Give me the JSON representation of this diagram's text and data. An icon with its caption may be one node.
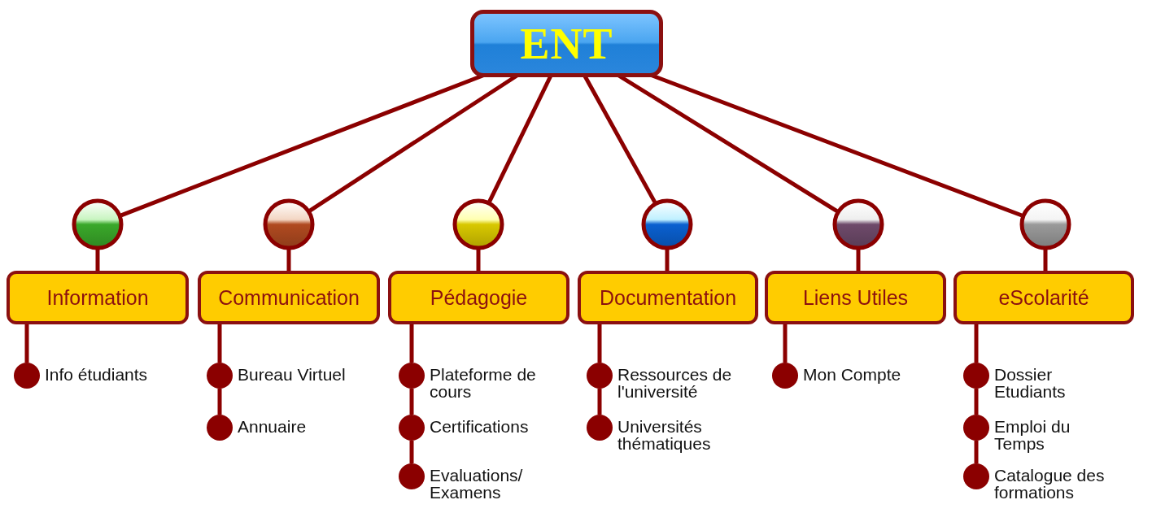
{
  "diagram": {
    "nodes": [
      {
        "text": [
          "ENT"
        ]
      },
      {
        "text": [],
        "shape": "circle"
      },
      {
        "text": [],
        "shape": "circle"
      },
      {
        "text": [],
        "shape": "circle"
      },
      {
        "text": [],
        "shape": "circle"
      },
      {
        "text": [],
        "shape": "circle"
      },
      {
        "text": [],
        "shape": "circle"
      },
      {
        "text": [
          "Information"
        ]
      },
      {
        "text": [
          "Communication"
        ]
      },
      {
        "text": [
          "Pédagogie"
        ]
      },
      {
        "text": [
          "Documentation"
        ]
      },
      {
        "text": [
          "Liens Utiles"
        ]
      },
      {
        "text": [
          "eScolarité"
        ]
      },
      {
        "text": [
          "Info étudiants"
        ]
      },
      {
        "text": [
          "Bureau Virtuel"
        ]
      },
      {
        "text": [
          "Plateforme de cours"
        ]
      },
      {
        "text": [
          "Ressources de l'université"
        ]
      },
      {
        "text": [
          "Mon Compte"
        ]
      },
      {
        "text": [
          "Dossier Etudiants"
        ]
      },
      {
        "text": [
          "Annuaire"
        ]
      },
      {
        "text": [
          "Certifications"
        ]
      },
      {
        "text": [
          "Universités thématiques"
        ]
      },
      {
        "text": [
          "Emploi du Temps"
        ]
      },
      {
        "text": [
          "Evaluations/ Examens"
        ]
      },
      {
        "text": [
          "Catalogue des formations"
        ]
      }
    ],
    "edges": [
      {
        "from": 0,
        "to": 1,
        "arrow": "none"
      },
      {
        "from": 0,
        "to": 2,
        "arrow": "none"
      },
      {
        "from": 0,
        "to": 3,
        "arrow": "none"
      },
      {
        "from": 0,
        "to": 4,
        "arrow": "none"
      },
      {
        "from": 0,
        "to": 5,
        "arrow": "none"
      },
      {
        "from": 0,
        "to": 6,
        "arrow": "none"
      },
      {
        "from": 1,
        "to": 7,
        "arrow": "none"
      },
      {
        "from": 2,
        "to": 8,
        "arrow": "none"
      },
      {
        "from": 3,
        "to": 9,
        "arrow": "none"
      },
      {
        "from": 4,
        "to": 10,
        "arrow": "none"
      },
      {
        "from": 5,
        "to": 11,
        "arrow": "none"
      },
      {
        "from": 6,
        "to": 12,
        "arrow": "none"
      },
      {
        "from": 7,
        "to": 13,
        "arrow": "none"
      },
      {
        "from": 8,
        "to": 14,
        "arrow": "none"
      },
      {
        "from": 14,
        "to": 19,
        "arrow": "none"
      },
      {
        "from": 9,
        "to": 15,
        "arrow": "none"
      },
      {
        "from": 15,
        "to": 20,
        "arrow": "none"
      },
      {
        "from": 20,
        "to": 23,
        "arrow": "none"
      },
      {
        "from": 10,
        "to": 16,
        "arrow": "none"
      },
      {
        "from": 16,
        "to": 21,
        "arrow": "none"
      },
      {
        "from": 11,
        "to": 17,
        "arrow": "none"
      },
      {
        "from": 12,
        "to": 18,
        "arrow": "none"
      },
      {
        "from": 18,
        "to": 22,
        "arrow": "none"
      },
      {
        "from": 22,
        "to": 24,
        "arrow": "none"
      }
    ]
  }
}
